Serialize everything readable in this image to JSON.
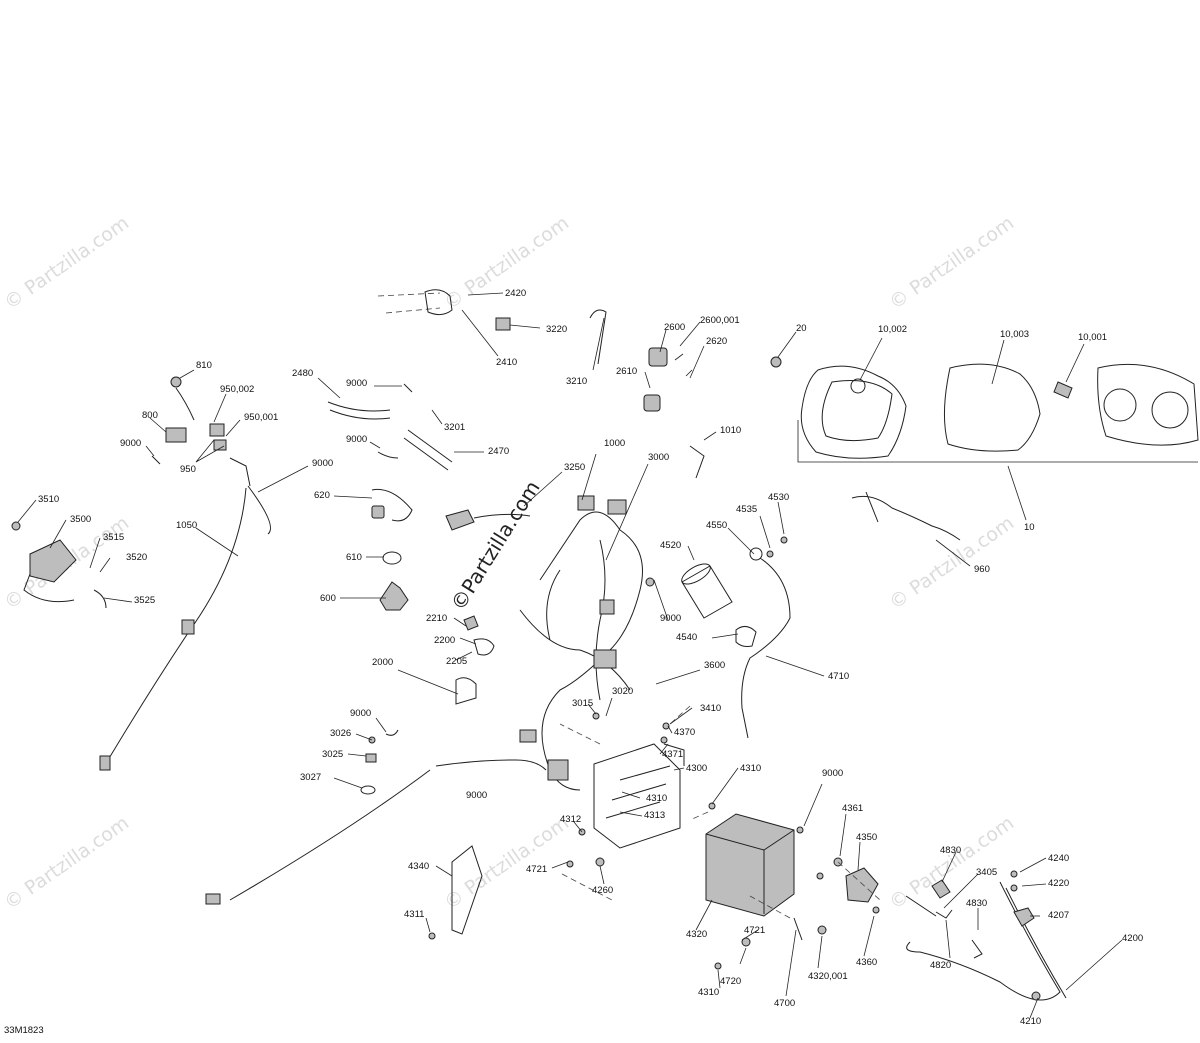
{
  "diagram_code": "33M1823",
  "watermark_text": "© Partzilla.com",
  "center_watermark": "©Partzilla.com",
  "callouts": [
    {
      "id": "2420"
    },
    {
      "id": "2410"
    },
    {
      "id": "3220"
    },
    {
      "id": "3210"
    },
    {
      "id": "2600"
    },
    {
      "id": "2600,001"
    },
    {
      "id": "2610"
    },
    {
      "id": "2620"
    },
    {
      "id": "20"
    },
    {
      "id": "10,002"
    },
    {
      "id": "10,003"
    },
    {
      "id": "10,001"
    },
    {
      "id": "10"
    },
    {
      "id": "960"
    },
    {
      "id": "810"
    },
    {
      "id": "950,002"
    },
    {
      "id": "950,001"
    },
    {
      "id": "800"
    },
    {
      "id": "9000"
    },
    {
      "id": "950"
    },
    {
      "id": "2480"
    },
    {
      "id": "3201"
    },
    {
      "id": "2470"
    },
    {
      "id": "1000"
    },
    {
      "id": "3000"
    },
    {
      "id": "1010"
    },
    {
      "id": "3250"
    },
    {
      "id": "620"
    },
    {
      "id": "610"
    },
    {
      "id": "600"
    },
    {
      "id": "2210"
    },
    {
      "id": "2200"
    },
    {
      "id": "2205"
    },
    {
      "id": "4520"
    },
    {
      "id": "4535"
    },
    {
      "id": "4530"
    },
    {
      "id": "4550"
    },
    {
      "id": "4540"
    },
    {
      "id": "4710"
    },
    {
      "id": "3510"
    },
    {
      "id": "3500"
    },
    {
      "id": "3515"
    },
    {
      "id": "3520"
    },
    {
      "id": "3525"
    },
    {
      "id": "1050"
    },
    {
      "id": "2000"
    },
    {
      "id": "3026"
    },
    {
      "id": "3025"
    },
    {
      "id": "3027"
    },
    {
      "id": "3015"
    },
    {
      "id": "3020"
    },
    {
      "id": "3410"
    },
    {
      "id": "4370"
    },
    {
      "id": "4371"
    },
    {
      "id": "3600"
    },
    {
      "id": "4300"
    },
    {
      "id": "4310"
    },
    {
      "id": "4313"
    },
    {
      "id": "4312"
    },
    {
      "id": "4721"
    },
    {
      "id": "4260"
    },
    {
      "id": "4340"
    },
    {
      "id": "4311"
    },
    {
      "id": "4320"
    },
    {
      "id": "4720"
    },
    {
      "id": "4700"
    },
    {
      "id": "4320,001"
    },
    {
      "id": "4361"
    },
    {
      "id": "4350"
    },
    {
      "id": "4360"
    },
    {
      "id": "4830"
    },
    {
      "id": "3405"
    },
    {
      "id": "4820"
    },
    {
      "id": "4240"
    },
    {
      "id": "4220"
    },
    {
      "id": "4207"
    },
    {
      "id": "4200"
    },
    {
      "id": "4210"
    }
  ]
}
